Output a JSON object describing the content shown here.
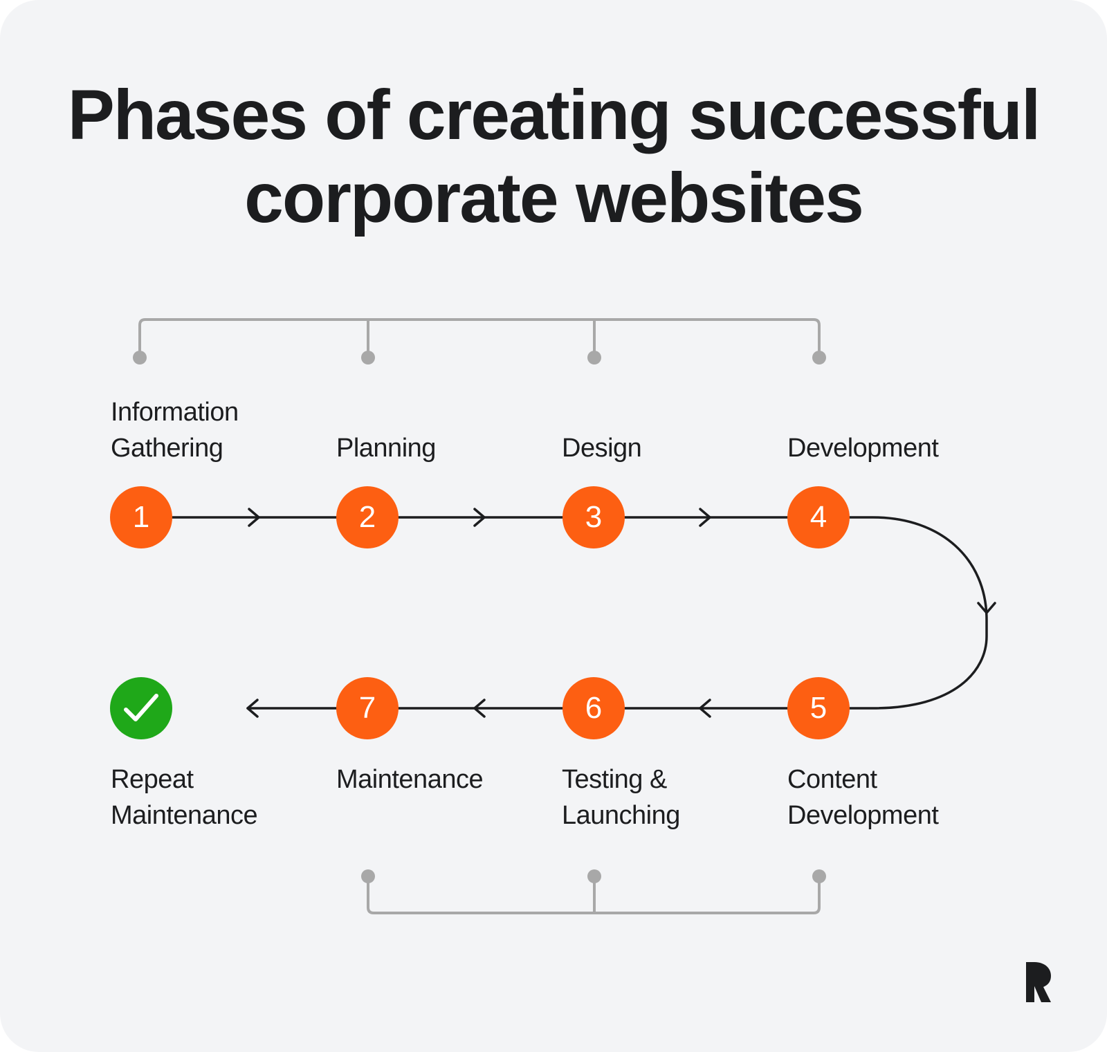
{
  "title": {
    "line1": "Phases of creating successful",
    "line2": "corporate websites"
  },
  "colors": {
    "background": "#f3f4f6",
    "step": "#fd5f12",
    "done": "#1fa819",
    "text": "#1c1d1f",
    "connector": "#a8a8a8",
    "line": "#1c1d1f"
  },
  "steps": [
    {
      "number": "1",
      "label_lines": [
        "Information",
        "Gathering"
      ]
    },
    {
      "number": "2",
      "label_lines": [
        "Planning"
      ]
    },
    {
      "number": "3",
      "label_lines": [
        "Design"
      ]
    },
    {
      "number": "4",
      "label_lines": [
        "Development"
      ]
    },
    {
      "number": "5",
      "label_lines": [
        "Content",
        "Development"
      ]
    },
    {
      "number": "6",
      "label_lines": [
        "Testing &",
        "Launching"
      ]
    },
    {
      "number": "7",
      "label_lines": [
        "Maintenance"
      ]
    }
  ],
  "final": {
    "icon": "checkmark-icon",
    "label_lines": [
      "Repeat",
      "Maintenance"
    ]
  },
  "logo": {
    "icon": "brand-logo-icon"
  }
}
